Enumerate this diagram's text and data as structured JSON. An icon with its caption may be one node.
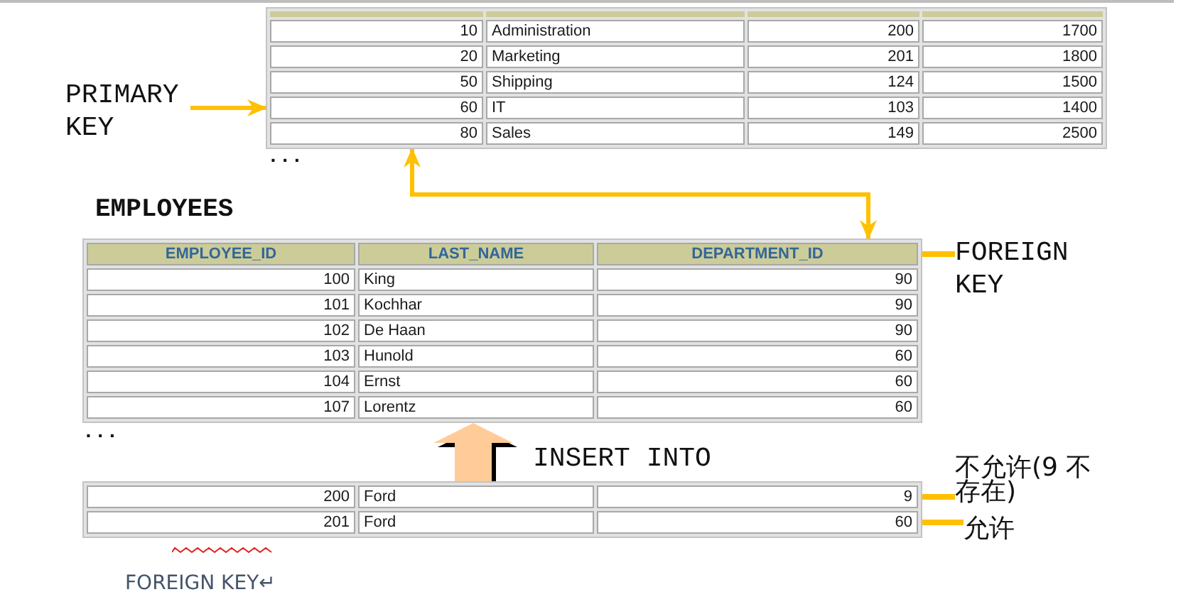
{
  "diagram": {
    "nodes": [
      {
        "text": [
          "10",
          "Administration",
          "200",
          "1700",
          "20",
          "Marketing",
          "201",
          "1800",
          "50",
          "Shipping",
          "124",
          "1500",
          "60",
          "IT",
          "103",
          "1400",
          "80",
          "Sales",
          "149",
          "2500"
        ],
        "beside": [
          "..."
        ]
      },
      {
        "text": [
          "PRIMARY KEY"
        ]
      },
      {
        "text": [
          "EMPLOYEES",
          "EMPLOYEE_ID",
          "LAST_NAME",
          "DEPARTMENT_ID",
          "100",
          "King",
          "90",
          "101",
          "Kochhar",
          "90",
          "102",
          "De Haan",
          "90",
          "103",
          "Hunold",
          "60",
          "104",
          "Ernst",
          "60",
          "107",
          "Lorentz",
          "60"
        ],
        "beside": [
          "..."
        ]
      },
      {
        "text": [
          "FOREIGN KEY"
        ]
      },
      {
        "text": [
          "200",
          "Ford",
          "9",
          "201",
          "Ford",
          "60"
        ]
      },
      {
        "text": [
          "不允许(9 不存在)"
        ]
      },
      {
        "text": [
          "允许"
        ]
      }
    ],
    "edges": [
      {
        "from": 1,
        "to": 0,
        "arrow": "to"
      },
      {
        "from": 0,
        "to": 2,
        "arrow": "both"
      },
      {
        "from": 3,
        "to": 2,
        "arrow": "none"
      },
      {
        "from": 4,
        "to": 2,
        "arrow": "to",
        "label": "INSERT INTO",
        "style": "thick",
        "color": "#ffcc99"
      },
      {
        "from": 5,
        "to": 4,
        "arrow": "none"
      },
      {
        "from": 6,
        "to": 4,
        "arrow": "none"
      }
    ],
    "labels": [
      "FOREIGN KEY↵"
    ]
  }
}
